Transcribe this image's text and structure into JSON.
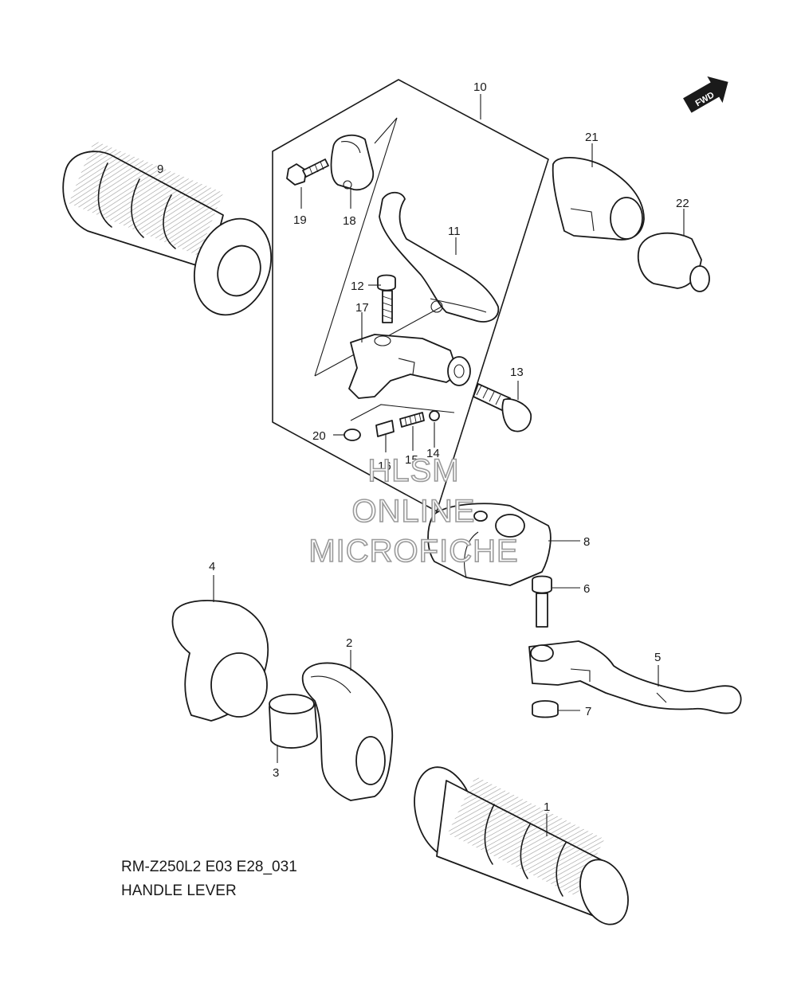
{
  "watermark": {
    "line1": "HLSM",
    "line2": "ONLINE",
    "line3": "MICROFICHE"
  },
  "fwd_indicator": {
    "label": "FWD",
    "icon": "fwd-arrow-icon"
  },
  "caption": {
    "model_code": "RM-Z250L2 E03 E28_031",
    "title": "HANDLE LEVER"
  },
  "callouts": {
    "c1": "1",
    "c2": "2",
    "c3": "3",
    "c4": "4",
    "c5": "5",
    "c6": "6",
    "c7": "7",
    "c8": "8",
    "c9": "9",
    "c10": "10",
    "c11": "11",
    "c12": "12",
    "c13": "13",
    "c14": "14",
    "c15": "15",
    "c16": "16",
    "c17": "17",
    "c18": "18",
    "c19": "19",
    "c20": "20",
    "c21": "21",
    "c22": "22"
  }
}
